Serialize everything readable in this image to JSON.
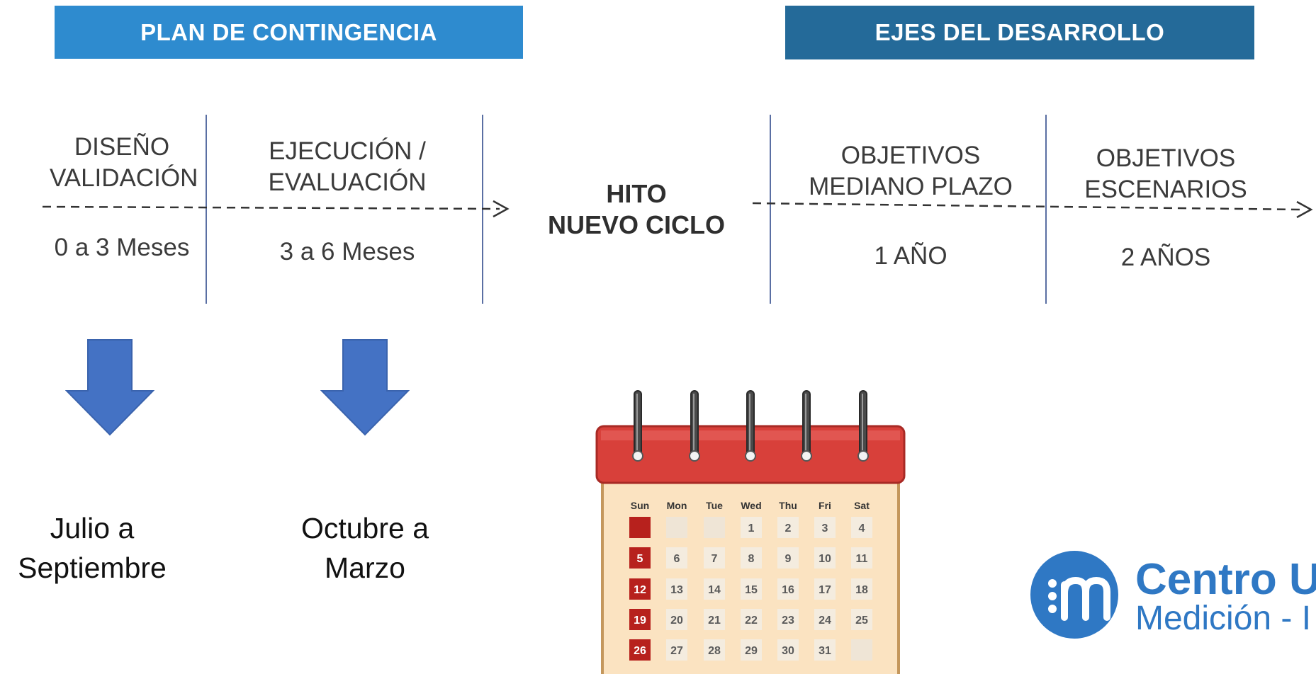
{
  "banners": {
    "left": "PLAN DE CONTINGENCIA",
    "right": "EJES DEL  DESARROLLO"
  },
  "timeline_left": {
    "phase1": {
      "line1": "DISEÑO",
      "line2": "VALIDACIÓN",
      "duration": "0 a 3 Meses"
    },
    "phase2": {
      "line1": "EJECUCIÓN /",
      "line2": "EVALUACIÓN",
      "duration": "3 a 6 Meses"
    }
  },
  "milestone": {
    "line1": "HITO",
    "line2": "NUEVO CICLO"
  },
  "timeline_right": {
    "phase1": {
      "line1": "OBJETIVOS",
      "line2": "MEDIANO PLAZO",
      "duration": "1 AÑO"
    },
    "phase2": {
      "line1": "OBJETIVOS",
      "line2": "ESCENARIOS",
      "duration": "2 AÑOS"
    }
  },
  "captions": {
    "left": {
      "line1": "Julio a",
      "line2": "Septiembre"
    },
    "right": {
      "line1": "Octubre a",
      "line2": "Marzo"
    }
  },
  "calendar": {
    "weekdays": [
      "Sun",
      "Mon",
      "Tue",
      "Wed",
      "Thu",
      "Fri",
      "Sat"
    ],
    "weeks": [
      [
        "",
        "",
        "",
        "1",
        "2",
        "3",
        "4"
      ],
      [
        "5",
        "6",
        "7",
        "8",
        "9",
        "10",
        "11"
      ],
      [
        "12",
        "13",
        "14",
        "15",
        "16",
        "17",
        "18"
      ],
      [
        "19",
        "20",
        "21",
        "22",
        "23",
        "24",
        "25"
      ],
      [
        "26",
        "27",
        "28",
        "29",
        "30",
        "31",
        ""
      ]
    ],
    "colors": {
      "header": "#d8403a",
      "highlight": "#b7211d",
      "paper": "#fbe3c1"
    }
  },
  "logo": {
    "title": "Centro U",
    "subtitle": "Medición - I",
    "color": "#2f78c4"
  },
  "colors": {
    "arrow": "#4472c4",
    "banner_left": "#2e8bcf",
    "banner_right": "#246a99"
  }
}
